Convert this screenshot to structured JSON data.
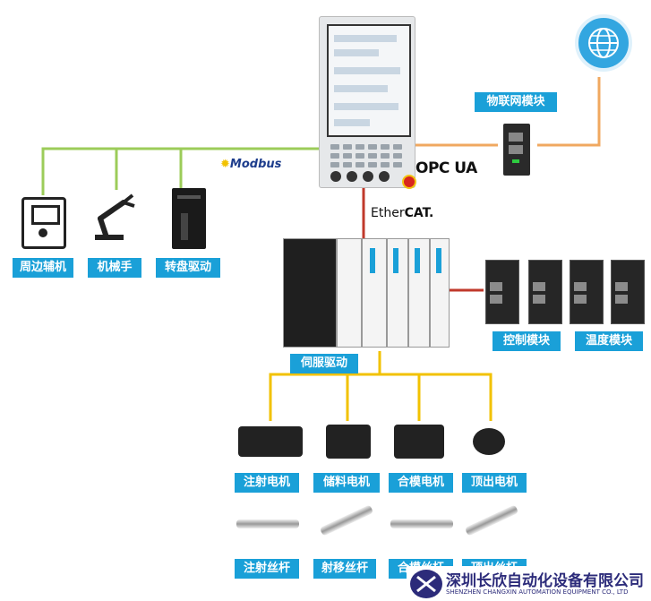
{
  "hub": {
    "label": "伺服驱动"
  },
  "iot_module": {
    "label": "物联网模块"
  },
  "peripherals": [
    {
      "label": "周边辅机",
      "icon": "panel-icon"
    },
    {
      "label": "机械手",
      "icon": "robot-arm-icon"
    },
    {
      "label": "转盘驱动",
      "icon": "drive-icon"
    }
  ],
  "io_modules": [
    {
      "label": "控制模块"
    },
    {
      "label": "温度模块"
    }
  ],
  "motors": [
    {
      "label": "注射电机"
    },
    {
      "label": "储料电机"
    },
    {
      "label": "合模电机"
    },
    {
      "label": "顶出电机"
    }
  ],
  "screws": [
    {
      "label": "注射丝杆"
    },
    {
      "label": "射移丝杆"
    },
    {
      "label": "合模丝杆"
    },
    {
      "label": "顶出丝杆"
    }
  ],
  "protocols": {
    "modbus": "Modbus",
    "opcua": "OPC UA",
    "ethercat_prefix": "Ether",
    "ethercat_suffix": "CAT."
  },
  "company": {
    "name_cn": "深圳长欣自动化设备有限公司",
    "name_en": "SHENZHEN CHANGXIN AUTOMATION EQUIPMENT CO., LTD"
  },
  "colors": {
    "label_bg": "#1aa0d8",
    "modbus_line": "#9ccc5a",
    "opc_line": "#f0a860",
    "ethercat_line": "#c0392b",
    "servo_line": "#f2c200"
  }
}
